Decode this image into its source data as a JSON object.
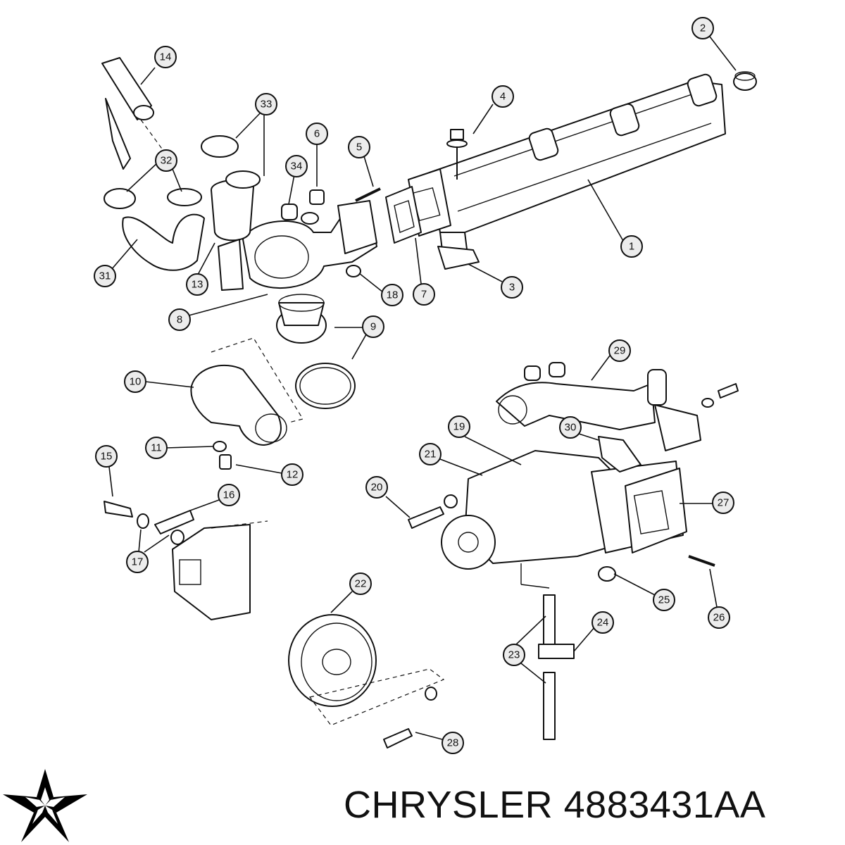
{
  "title": {
    "brand": "CHRYSLER",
    "part_number": "4883431AA"
  },
  "logo": {
    "icon": "chrysler-pentastar-icon",
    "color": "#000000"
  },
  "callouts": [
    "1",
    "2",
    "3",
    "4",
    "5",
    "6",
    "7",
    "8",
    "9",
    "10",
    "11",
    "12",
    "13",
    "14",
    "15",
    "16",
    "17",
    "18",
    "19",
    "20",
    "21",
    "22",
    "23",
    "24",
    "25",
    "26",
    "27",
    "28",
    "29",
    "30",
    "31",
    "32",
    "33",
    "34"
  ]
}
